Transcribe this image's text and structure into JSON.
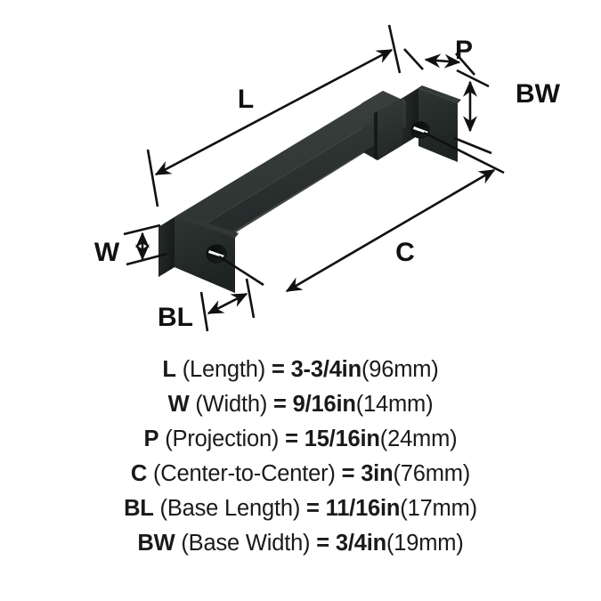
{
  "diagram": {
    "title": "Cabinet Pull Handle Dimension Diagram",
    "product": "square-bar-cabinet-pull",
    "finish_color": "#2c3231",
    "background_color": "#ffffff",
    "line_color": "#111111",
    "callouts": [
      {
        "key": "L",
        "label": "L"
      },
      {
        "key": "W",
        "label": "W"
      },
      {
        "key": "P",
        "label": "P"
      },
      {
        "key": "C",
        "label": "C"
      },
      {
        "key": "BL",
        "label": "BL"
      },
      {
        "key": "BW",
        "label": "BW"
      }
    ]
  },
  "specs": [
    {
      "abbr": "L",
      "name": "(Length)",
      "eq": "=",
      "value_in": "3-3/4in",
      "value_mm": "(96mm)"
    },
    {
      "abbr": "W",
      "name": "(Width)",
      "eq": "=",
      "value_in": "9/16in",
      "value_mm": "(14mm)"
    },
    {
      "abbr": "P",
      "name": "(Projection)",
      "eq": "=",
      "value_in": "15/16in",
      "value_mm": "(24mm)"
    },
    {
      "abbr": "C",
      "name": "(Center-to-Center)",
      "eq": "=",
      "value_in": "3in",
      "value_mm": "(76mm)"
    },
    {
      "abbr": "BL",
      "name": "(Base Length)",
      "eq": "=",
      "value_in": "11/16in",
      "value_mm": "(17mm)"
    },
    {
      "abbr": "BW",
      "name": "(Base Width)",
      "eq": "=",
      "value_in": "3/4in",
      "value_mm": "(19mm)"
    }
  ]
}
